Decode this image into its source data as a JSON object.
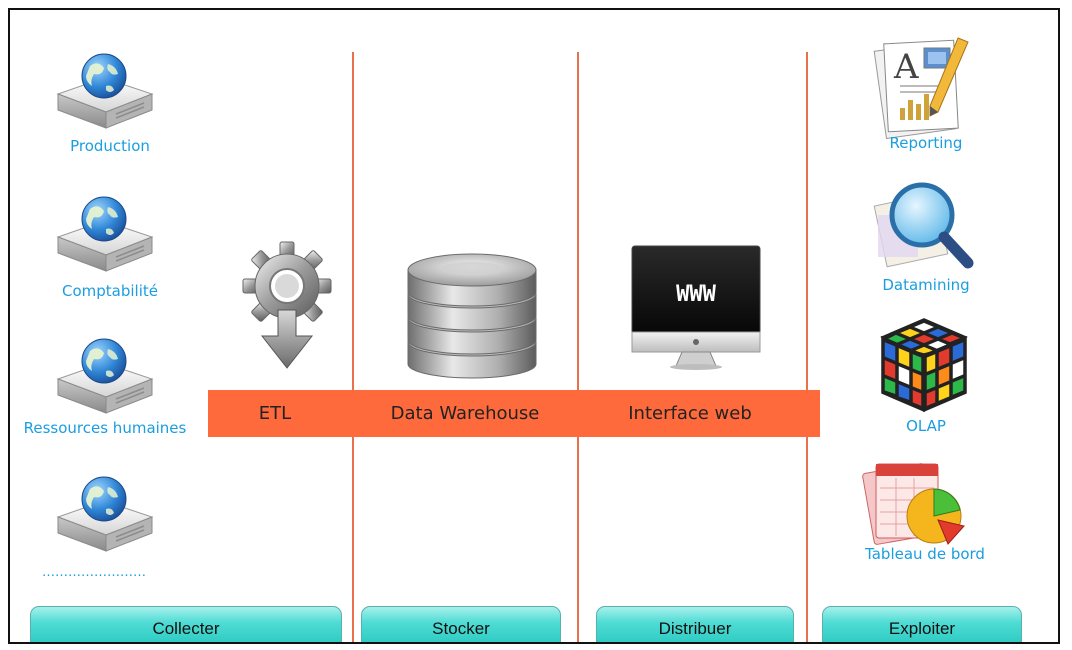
{
  "colors": {
    "accent": "#ff6a3d",
    "divider": "#e8704a",
    "link": "#1a9ee0",
    "button": "#2cc8c0"
  },
  "sources": [
    {
      "label": "Production",
      "icon": "database-globe-icon"
    },
    {
      "label": "Comptabilité",
      "icon": "database-globe-icon"
    },
    {
      "label": "Ressources humaines",
      "icon": "database-globe-icon"
    },
    {
      "label": "……………………",
      "icon": "database-globe-icon"
    }
  ],
  "pipeline": [
    {
      "label": "ETL",
      "icon": "gear-download-icon"
    },
    {
      "label": "Data Warehouse",
      "icon": "database-stack-icon"
    },
    {
      "label": "Interface web",
      "icon": "monitor-icon",
      "screen_text": "WWW"
    }
  ],
  "outputs": [
    {
      "label": "Reporting",
      "icon": "report-document-icon"
    },
    {
      "label": "Datamining",
      "icon": "magnifier-icon"
    },
    {
      "label": "OLAP",
      "icon": "rubiks-cube-icon"
    },
    {
      "label": "Tableau de bord",
      "icon": "pie-chart-icon"
    }
  ],
  "stages": [
    "Collecter",
    "Stocker",
    "Distribuer",
    "Exploiter"
  ]
}
